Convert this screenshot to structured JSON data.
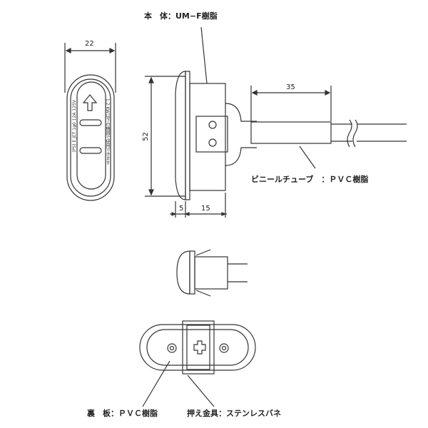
{
  "labels": {
    "body": "本　体：UM−F樹脂",
    "tube": "ビニールチューブ　：ＰＶＣ樹脂",
    "back_plate": "裏　板：ＰＶＣ樹脂",
    "clamp": "押え金具：ステンレスバネ"
  },
  "dimensions": {
    "width": "22",
    "height": "52",
    "flange": "5",
    "depth": "15",
    "cable": "35"
  },
  "face_text": {
    "right": "1.2 KW以下の機器で使用できます",
    "left": "(PS) E JET 1φ0 12A 125V"
  }
}
